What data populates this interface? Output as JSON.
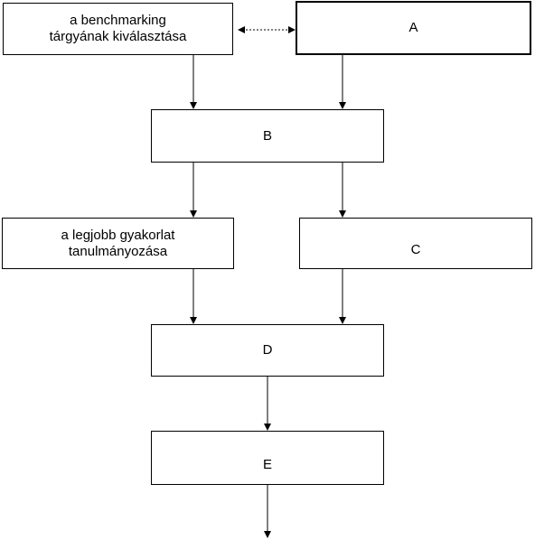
{
  "boxes": {
    "select_subject": {
      "line1": "a benchmarking",
      "line2": "tárgyának kiválasztása"
    },
    "a": {
      "label": "A"
    },
    "b": {
      "label": "B"
    },
    "best_practice": {
      "line1": "a legjobb gyakorlat",
      "line2": "tanulmányozása"
    },
    "c": {
      "label": "C"
    },
    "d": {
      "label": "D"
    },
    "e": {
      "label": "E"
    }
  },
  "colors": {
    "stroke": "#000000",
    "fill": "#ffffff",
    "text": "#000000"
  }
}
